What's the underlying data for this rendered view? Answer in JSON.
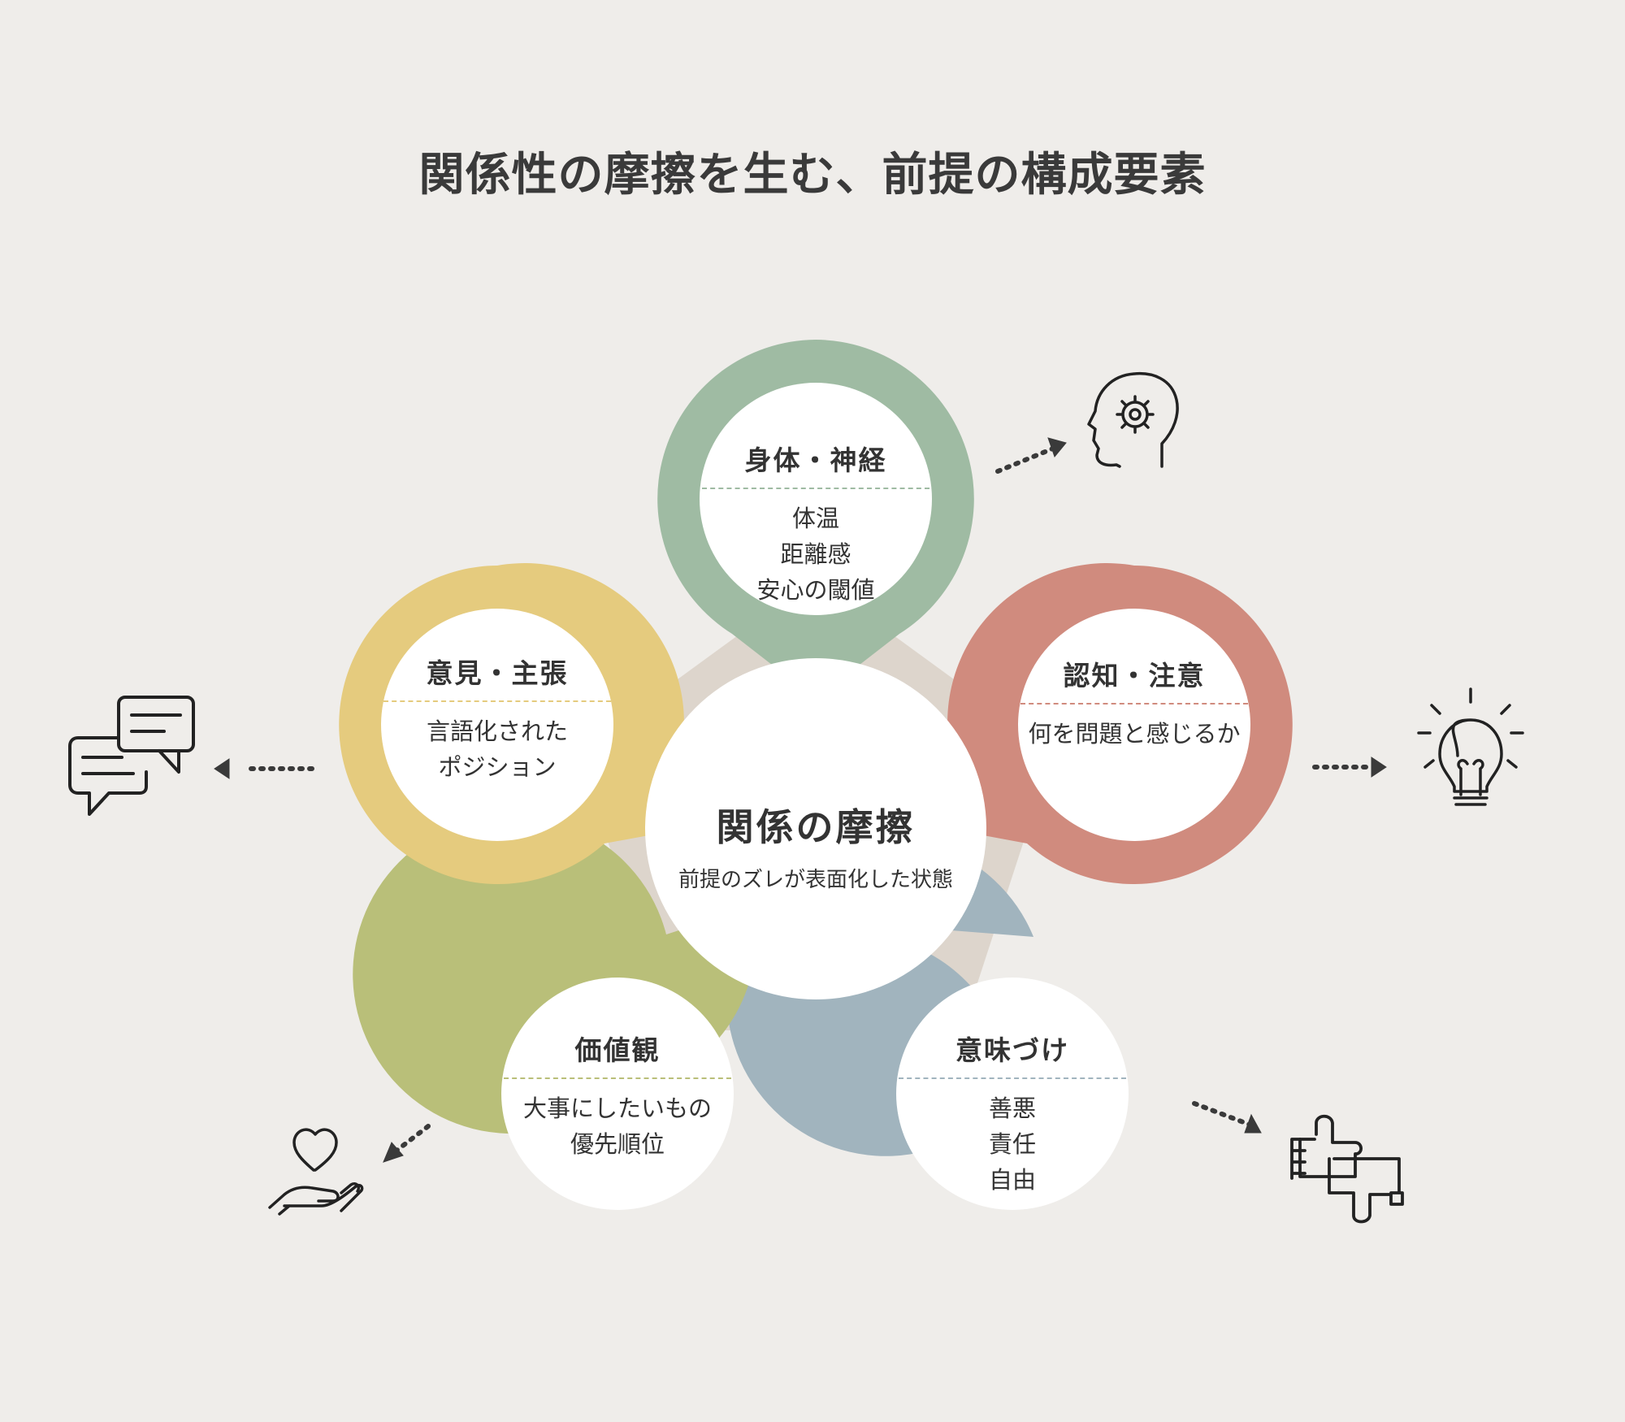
{
  "title": "関係性の摩擦を生む、前提の構成要素",
  "center": {
    "title": "関係の摩擦",
    "subtitle": "前提のズレが表面化した状態"
  },
  "nodes": {
    "body": {
      "title": "身体・神経",
      "lines": [
        "体温",
        "距離感",
        "安心の閾値"
      ],
      "color": "#9fbba3",
      "divider": "#9fbba3",
      "icon": "brain-head-icon"
    },
    "cognition": {
      "title": "認知・注意",
      "lines": [
        "何を問題と感じるか"
      ],
      "color": "#d08b7e",
      "divider": "#d08b7e",
      "icon": "lightbulb-icon"
    },
    "meaning": {
      "title": "意味づけ",
      "lines": [
        "善悪",
        "責任",
        "自由"
      ],
      "color": "#a1b4be",
      "divider": "#a1b4be",
      "icon": "thumbs-up-down-icon"
    },
    "values": {
      "title": "価値観",
      "lines": [
        "大事にしたいもの",
        "優先順位"
      ],
      "color": "#b9bf79",
      "divider": "#b9bf79",
      "icon": "heart-hand-icon"
    },
    "opinion": {
      "title": "意見・主張",
      "lines": [
        "言語化された",
        "ポジション"
      ],
      "color": "#e5cb7e",
      "divider": "#e5cb7e",
      "icon": "speech-bubbles-icon"
    }
  },
  "colors": {
    "background": "#efedea",
    "pentagon": "#ddd5cc",
    "arrow": "#3a3a3a"
  }
}
